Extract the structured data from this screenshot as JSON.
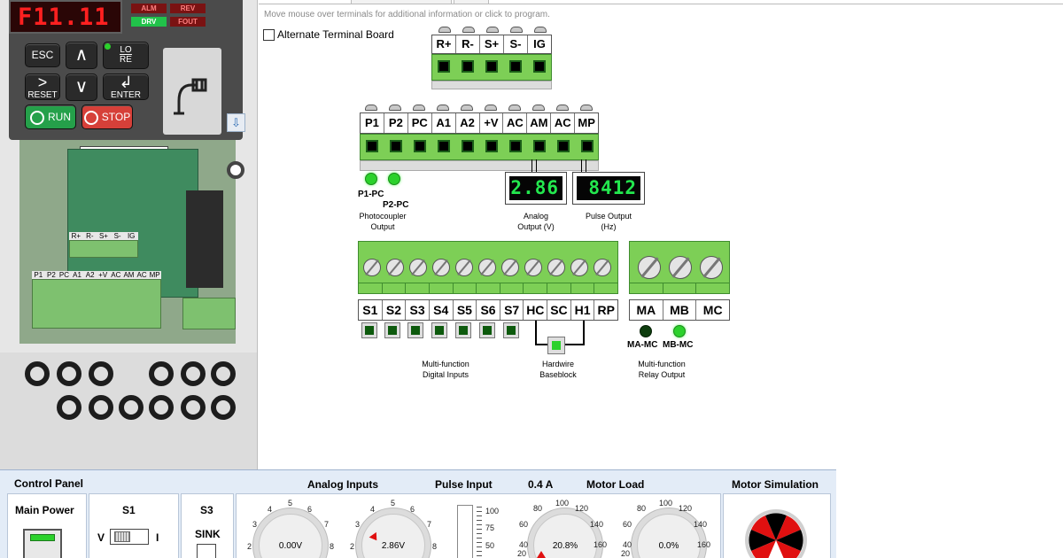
{
  "drive": {
    "display_value": "F11.11",
    "indicators": [
      {
        "label": "ALM",
        "color": "#7a1212"
      },
      {
        "label": "REV",
        "color": "#7a1212"
      },
      {
        "label": "DRV",
        "color": "#21c24a"
      },
      {
        "label": "FOUT",
        "color": "#7a1212"
      }
    ],
    "keys": {
      "esc": "ESC",
      "up": "∧",
      "lo_re_top": "LO",
      "lo_re_bottom": "RE",
      "reset_icon": ">",
      "reset": "RESET",
      "down": "∨",
      "enter_icon": "↲",
      "enter": "ENTER",
      "run": "RUN",
      "stop": "STOP"
    },
    "pcb_terminals_top": [
      "R+",
      "R-",
      "S+",
      "S-",
      "IG"
    ],
    "pcb_terminals_mid": [
      "P1",
      "P2",
      "PC",
      "A1",
      "A2",
      "+V",
      "AC",
      "AM",
      "AC",
      "MP"
    ],
    "scroll_arrow": "⇩"
  },
  "hint": "Move mouse over terminals for additional information or click to program.",
  "alternate_board_label": "Alternate Terminal Board",
  "comm_terminals": [
    "R+",
    "R-",
    "S+",
    "S-",
    "IG"
  ],
  "analog_terminals": [
    "P1",
    "P2",
    "PC",
    "A1",
    "A2",
    "+V",
    "AC",
    "AM",
    "AC",
    "MP"
  ],
  "photocoupler": {
    "p1_label": "P1-PC",
    "p2_label": "P2-PC",
    "caption_line1": "Photocoupler",
    "caption_line2": "Output"
  },
  "analog_output": {
    "value": "2.86",
    "caption_line1": "Analog",
    "caption_line2": "Output (V)"
  },
  "pulse_output": {
    "value": "8412",
    "caption_line1": "Pulse Output",
    "caption_line2": "(Hz)"
  },
  "digital_terminals": [
    "S1",
    "S2",
    "S3",
    "S4",
    "S5",
    "S6",
    "S7",
    "HC",
    "SC",
    "H1",
    "RP"
  ],
  "digital_caption_line1": "Multi-function",
  "digital_caption_line2": "Digital Inputs",
  "baseblock_caption_line1": "Hardwire",
  "baseblock_caption_line2": "Baseblock",
  "relay_terminals": [
    "MA",
    "MB",
    "MC"
  ],
  "relay": {
    "ma_label": "MA-MC",
    "mb_label": "MB-MC",
    "caption_line1": "Multi-function",
    "caption_line2": "Relay Output"
  },
  "control_panel": {
    "title": "Control Panel",
    "main_power": "Main Power",
    "s1": {
      "title": "S1",
      "left": "V",
      "right": "I"
    },
    "s3": {
      "title": "S3",
      "label": "SINK"
    },
    "analog_inputs_title": "Analog Inputs",
    "knob1": {
      "value": "0.00V",
      "ticks": [
        "2",
        "3",
        "4",
        "5",
        "6",
        "7",
        "8"
      ]
    },
    "knob2": {
      "value": "2.86V",
      "ticks": [
        "2",
        "3",
        "4",
        "5",
        "6",
        "7",
        "8"
      ]
    },
    "pulse_input_title": "Pulse Input",
    "pulse_scale": [
      "100",
      "75",
      "50"
    ],
    "current": "0.4 A",
    "motor_load_title": "Motor Load",
    "knob3": {
      "value": "20.8%",
      "ticks": [
        "20",
        "40",
        "60",
        "80",
        "100",
        "120",
        "140",
        "160"
      ]
    },
    "knob4": {
      "value": "0.0%",
      "ticks": [
        "20",
        "40",
        "60",
        "80",
        "100",
        "120",
        "140",
        "160"
      ]
    },
    "motor_sim_title": "Motor Simulation"
  },
  "colors": {
    "terminal_green": "#7dcf56",
    "led_on": "#2bd12b",
    "led_off": "#0e3d0e",
    "panel_blue": "#e3ecf7",
    "display_green": "#23e84e"
  }
}
